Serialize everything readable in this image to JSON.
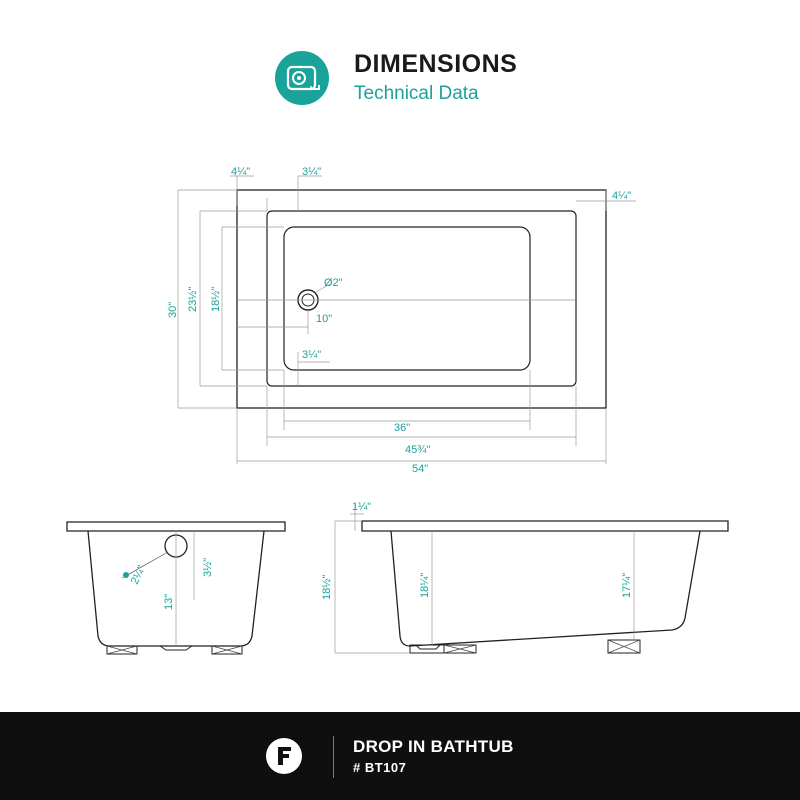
{
  "header": {
    "title": "DIMENSIONS",
    "subtitle": "Technical Data",
    "icon": "tape-measure-icon",
    "accent_color": "#19a39a"
  },
  "top_view": {
    "rim_left": "4¼\"",
    "rim_top": "3¼\"",
    "rim_right": "4¼\"",
    "drain_diameter": "Ø2\"",
    "drain_offset": "10\"",
    "rim_bottom": "3¼\"",
    "bottom_width": "36\"",
    "interior_width": "45¾\"",
    "overall_width": "54\"",
    "overall_depth": "30\"",
    "interior_depth": "23½\"",
    "bottom_depth": "18½\""
  },
  "end_view": {
    "overflow_diameter": "2¼\"",
    "overflow_to_rim": "3½\"",
    "overflow_height": "13\""
  },
  "side_view": {
    "rim_thickness": "1¼\"",
    "overall_height": "18½\"",
    "interior_depth_left": "18¼\"",
    "interior_depth_right": "17¼\""
  },
  "footer": {
    "product_name": "DROP IN BATHTUB",
    "product_code": "# BT107",
    "brand_icon": "brand-logo-icon"
  }
}
